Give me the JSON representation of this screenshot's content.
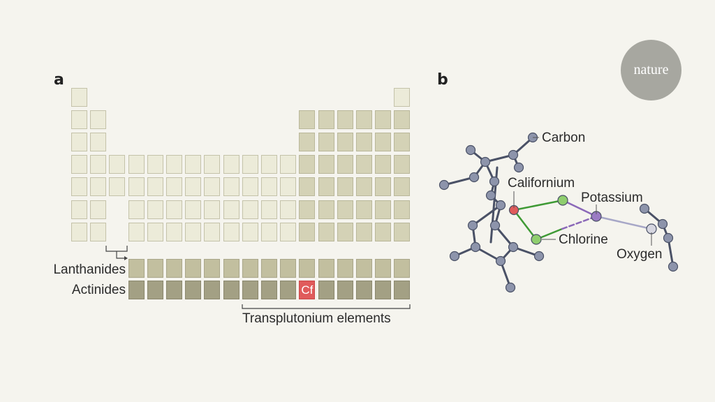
{
  "panel_a": {
    "label": "a",
    "lanthanides_label": "Lanthanides",
    "actinides_label": "Actinides",
    "highlight_element": "Cf",
    "transplutonium_label": "Transplutonium elements"
  },
  "panel_b": {
    "label": "b",
    "atoms": {
      "carbon": "Carbon",
      "californium": "Californium",
      "potassium": "Potassium",
      "chlorine": "Chlorine",
      "oxygen": "Oxygen"
    },
    "colors": {
      "carbon": "#8d94ab",
      "californium": "#e05b5b",
      "potassium": "#9b7bc4",
      "chlorine": "#8fce6e",
      "oxygen": "#d6d6e0",
      "bond": "#4a5166",
      "cl_bond": "#3f9a35",
      "k_bond": "#8b68b8"
    }
  },
  "logo": {
    "text": "nature"
  }
}
